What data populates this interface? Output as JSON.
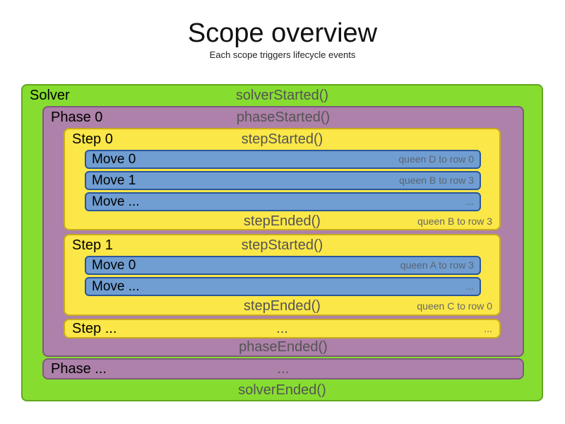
{
  "title": "Scope overview",
  "subtitle": "Each scope triggers lifecycle events",
  "colors": {
    "solver_green": "#86dd30",
    "phase_purple": "#ad81a9",
    "step_yellow": "#fbe748",
    "move_blue": "#709ed2"
  },
  "solver": {
    "label": "Solver",
    "started": "solverStarted()",
    "ended": "solverEnded()",
    "phases": [
      {
        "label": "Phase 0",
        "started": "phaseStarted()",
        "ended": "phaseEnded()",
        "steps": [
          {
            "label": "Step 0",
            "started": "stepStarted()",
            "ended": "stepEnded()",
            "ended_note": "queen B to row 3",
            "moves": [
              {
                "label": "Move 0",
                "note": "queen D to row 0"
              },
              {
                "label": "Move 1",
                "note": "queen B to row 3"
              },
              {
                "label": "Move ...",
                "note": "..."
              }
            ]
          },
          {
            "label": "Step 1",
            "started": "stepStarted()",
            "ended": "stepEnded()",
            "ended_note": "queen C to row 0",
            "moves": [
              {
                "label": "Move 0",
                "note": "queen A to row 3"
              },
              {
                "label": "Move ...",
                "note": "..."
              }
            ]
          },
          {
            "label": "Step ...",
            "center": "...",
            "right": "..."
          }
        ]
      },
      {
        "label": "Phase ...",
        "center": "..."
      }
    ]
  }
}
